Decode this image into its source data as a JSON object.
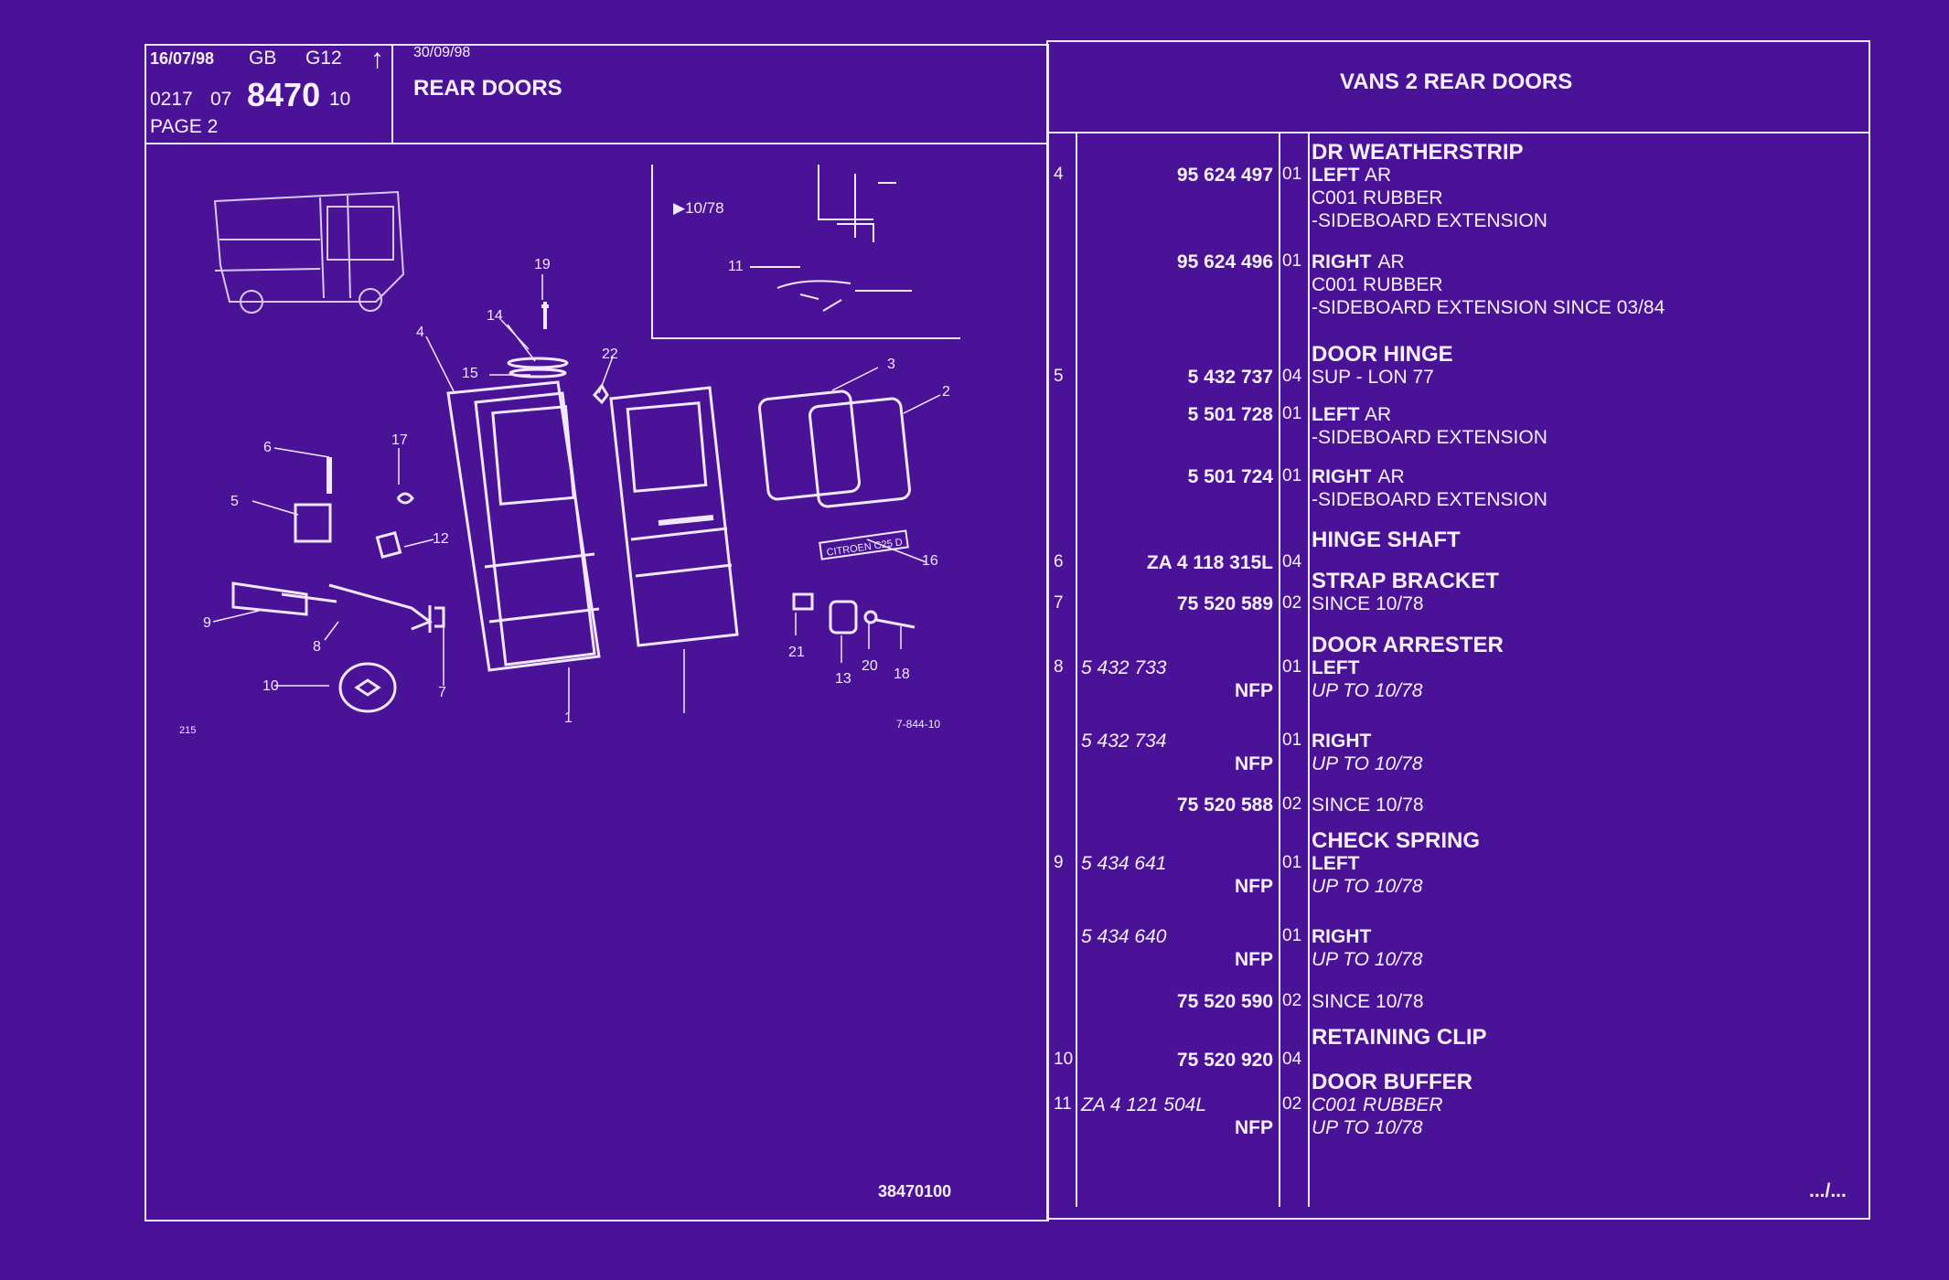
{
  "header": {
    "date1": "16/07/98",
    "country": "GB",
    "code": "G12",
    "arrow": "↑",
    "ref_a": "0217",
    "ref_b": "07",
    "ref_big": "8470",
    "ref_c": "10",
    "page": "PAGE  2",
    "date2": "30/09/98",
    "section_title": "REAR DOORS",
    "vehicle_title": "VANS 2 REAR DOORS"
  },
  "diagram": {
    "inset_note": "▶10/78",
    "callouts": [
      "1",
      "2",
      "3",
      "4",
      "5",
      "6",
      "7",
      "8",
      "9",
      "10",
      "11",
      "12",
      "13",
      "14",
      "15",
      "16",
      "17",
      "18",
      "19",
      "20",
      "21",
      "22"
    ],
    "plate_text": "CITROEN C25 D",
    "corner_left": "215",
    "corner_right": "7-844-10",
    "drawing_number": "38470100"
  },
  "parts": [
    {
      "ref": "4",
      "number": "95 624 497",
      "qty": "01",
      "desc": [
        {
          "text": "DR WEATHERSTRIP",
          "style": "title"
        },
        {
          "text": "LEFT",
          "style": "bold",
          "extra": " AR"
        },
        {
          "text": "C001 RUBBER",
          "style": "normal"
        },
        {
          "text": "-SIDEBOARD EXTENSION",
          "style": "normal"
        }
      ]
    },
    {
      "ref": "",
      "number": "95 624 496",
      "qty": "01",
      "desc": [
        {
          "text": "RIGHT",
          "style": "bold",
          "extra": " AR"
        },
        {
          "text": "C001 RUBBER",
          "style": "normal"
        },
        {
          "text": "-SIDEBOARD EXTENSION SINCE 03/84",
          "style": "normal"
        }
      ]
    },
    {
      "ref": "5",
      "number": "5 432 737",
      "qty": "04",
      "desc": [
        {
          "text": "DOOR HINGE",
          "style": "title"
        },
        {
          "text": "SUP - LON 77",
          "style": "normal"
        }
      ]
    },
    {
      "ref": "",
      "number": "5 501 728",
      "qty": "01",
      "desc": [
        {
          "text": "LEFT",
          "style": "bold",
          "extra": " AR"
        },
        {
          "text": "-SIDEBOARD EXTENSION",
          "style": "normal"
        }
      ]
    },
    {
      "ref": "",
      "number": "5 501 724",
      "qty": "01",
      "desc": [
        {
          "text": "RIGHT",
          "style": "bold",
          "extra": " AR"
        },
        {
          "text": "-SIDEBOARD EXTENSION",
          "style": "normal"
        }
      ]
    },
    {
      "ref": "6",
      "number": "ZA 4 118 315L",
      "qty": "04",
      "desc": [
        {
          "text": "HINGE SHAFT",
          "style": "title"
        }
      ]
    },
    {
      "ref": "7",
      "number": "75 520 589",
      "qty": "02",
      "desc": [
        {
          "text": "STRAP BRACKET",
          "style": "title"
        },
        {
          "text": "SINCE  10/78",
          "style": "normal"
        }
      ]
    },
    {
      "ref": "8",
      "number": "5 432 733",
      "nfp": "NFP",
      "qty": "01",
      "desc": [
        {
          "text": "DOOR ARRESTER",
          "style": "title"
        },
        {
          "text": "LEFT",
          "style": "bold"
        },
        {
          "text": "UP  TO  10/78",
          "style": "italic"
        }
      ]
    },
    {
      "ref": "",
      "number": "5 432 734",
      "nfp": "NFP",
      "qty": "01",
      "desc": [
        {
          "text": "RIGHT",
          "style": "bold"
        },
        {
          "text": "UP  TO  10/78",
          "style": "italic"
        }
      ]
    },
    {
      "ref": "",
      "number": "75 520 588",
      "qty": "02",
      "desc": [
        {
          "text": "SINCE  10/78",
          "style": "normal"
        }
      ]
    },
    {
      "ref": "9",
      "number": "5 434 641",
      "nfp": "NFP",
      "qty": "01",
      "desc": [
        {
          "text": "CHECK SPRING",
          "style": "title"
        },
        {
          "text": "LEFT",
          "style": "bold"
        },
        {
          "text": "UP  TO  10/78",
          "style": "italic"
        }
      ]
    },
    {
      "ref": "",
      "number": "5 434 640",
      "nfp": "NFP",
      "qty": "01",
      "desc": [
        {
          "text": "RIGHT",
          "style": "bold"
        },
        {
          "text": "UP  TO  10/78",
          "style": "italic"
        }
      ]
    },
    {
      "ref": "",
      "number": "75 520 590",
      "qty": "02",
      "desc": [
        {
          "text": "SINCE  10/78",
          "style": "normal"
        }
      ]
    },
    {
      "ref": "10",
      "number": "75 520 920",
      "qty": "04",
      "desc": [
        {
          "text": "RETAINING CLIP",
          "style": "title"
        }
      ]
    },
    {
      "ref": "11",
      "number": "ZA 4 121 504L",
      "nfp": "NFP",
      "qty": "02",
      "desc": [
        {
          "text": "DOOR BUFFER",
          "style": "title"
        },
        {
          "text": "C001 RUBBER",
          "style": "italic"
        },
        {
          "text": "UP  TO  10/78",
          "style": "italic"
        }
      ]
    }
  ],
  "footer": {
    "continue_mark": ".../..."
  }
}
